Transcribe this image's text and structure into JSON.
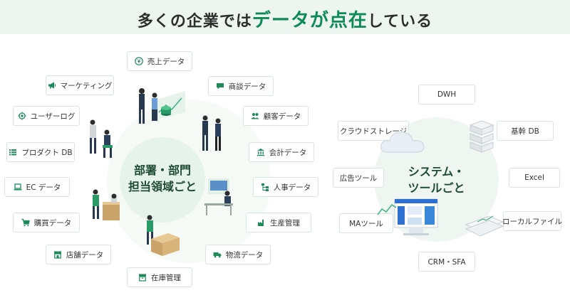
{
  "header": {
    "title_prefix": "多くの企業では",
    "title_accent": "データが点在",
    "title_suffix": "している"
  },
  "left_group": {
    "center_line1": "部署・部門",
    "center_line2": "担当領域ごと",
    "items": [
      {
        "label": "売上データ",
        "icon": "yen-icon"
      },
      {
        "label": "商談データ",
        "icon": "chat-icon"
      },
      {
        "label": "顧客データ",
        "icon": "people-icon"
      },
      {
        "label": "会計データ",
        "icon": "bank-icon"
      },
      {
        "label": "人事データ",
        "icon": "org-chart-icon"
      },
      {
        "label": "生産管理",
        "icon": "factory-icon"
      },
      {
        "label": "物流データ",
        "icon": "truck-icon"
      },
      {
        "label": "在庫管理",
        "icon": "inventory-icon"
      },
      {
        "label": "店舗データ",
        "icon": "store-icon"
      },
      {
        "label": "購買データ",
        "icon": "cart-icon"
      },
      {
        "label": "EC データ",
        "icon": "laptop-icon"
      },
      {
        "label": "プロダクト DB",
        "icon": "list-icon"
      },
      {
        "label": "ユーザーログ",
        "icon": "target-icon"
      },
      {
        "label": "マーケティング",
        "icon": "megaphone-icon"
      }
    ]
  },
  "right_group": {
    "center_line1": "システム・",
    "center_line2": "ツールごと",
    "items": [
      {
        "label": "DWH"
      },
      {
        "label": "基幹 DB"
      },
      {
        "label": "Excel"
      },
      {
        "label": "ローカルファイル"
      },
      {
        "label": "CRM・SFA"
      },
      {
        "label": "MAツール"
      },
      {
        "label": "広告ツール"
      },
      {
        "label": "クラウドストレージ"
      }
    ]
  },
  "colors": {
    "accent": "#0d8a55",
    "pill_border": "#d7e7dc",
    "band": "#eef5f0"
  }
}
